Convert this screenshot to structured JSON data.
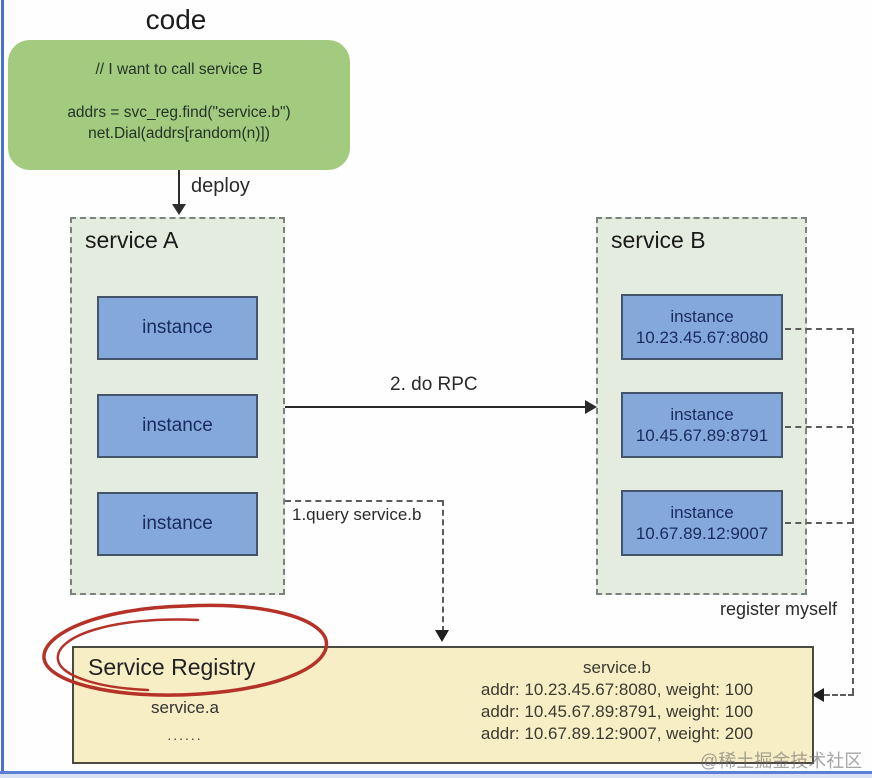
{
  "code_section": {
    "title": "code",
    "comment": "// I want to call service B",
    "code_line1": "addrs = svc_reg.find(\"service.b\")",
    "code_line2": "net.Dial(addrs[random(n)])",
    "deploy_label": "deploy"
  },
  "service_a": {
    "title": "service A",
    "instances": [
      "instance",
      "instance",
      "instance"
    ]
  },
  "service_b": {
    "title": "service B",
    "instances": [
      {
        "label": "instance",
        "address": "10.23.45.67:8080"
      },
      {
        "label": "instance",
        "address": "10.45.67.89:8791"
      },
      {
        "label": "instance",
        "address": "10.67.89.12:9007"
      }
    ]
  },
  "arrows": {
    "rpc_label": "2. do RPC",
    "query_label": "1.query service.b",
    "register_label": "register myself"
  },
  "registry": {
    "title": "Service Registry",
    "service_a_entry": {
      "name": "service.a",
      "more": "......"
    },
    "service_b_entry": {
      "name": "service.b",
      "records": [
        "addr: 10.23.45.67:8080, weight: 100",
        "addr: 10.45.67.89:8791, weight: 100",
        "addr: 10.67.89.12:9007, weight: 200"
      ]
    }
  },
  "watermark": "@稀土掘金技术社区",
  "colors": {
    "code_box_green": "#a3cb80",
    "panel_background": "#e4ecdf",
    "instance_blue": "#85a8db",
    "instance_border": "#44546a",
    "instance_text": "#1b2a5e",
    "registry_yellow": "#f8eec5",
    "highlight_red": "#b43228",
    "frame_blue": "#4a6fd0"
  }
}
